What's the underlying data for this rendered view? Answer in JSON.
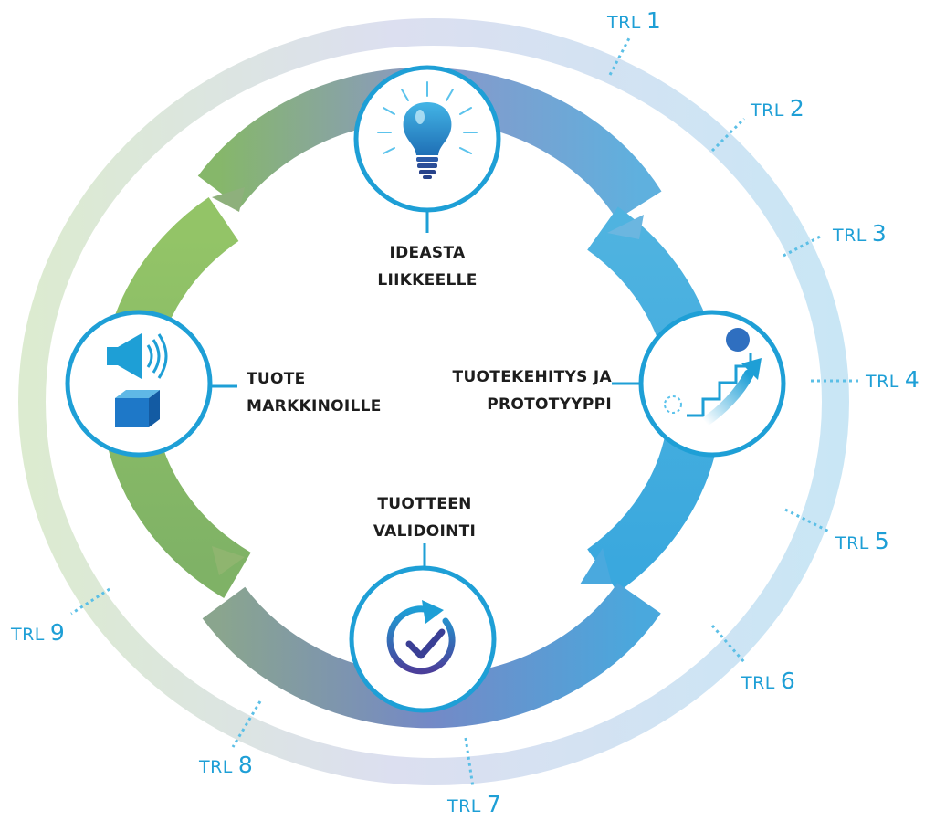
{
  "stages": [
    {
      "label": "IDEASTA\nLIIKKEELLE",
      "icon": "lightbulb-icon"
    },
    {
      "label": "TUOTEKEHITYS JA\nPROTOTYYPPI",
      "icon": "stairs-climb-icon"
    },
    {
      "label": "TUOTTEEN\nVALIDOINTI",
      "icon": "refresh-check-icon"
    },
    {
      "label": "TUOTE\nMARKKINOILLE",
      "icon": "speaker-cube-icon"
    }
  ],
  "trl_levels": [
    {
      "word": "TRL",
      "number": "1"
    },
    {
      "word": "TRL",
      "number": "2"
    },
    {
      "word": "TRL",
      "number": "3"
    },
    {
      "word": "TRL",
      "number": "4"
    },
    {
      "word": "TRL",
      "number": "5"
    },
    {
      "word": "TRL",
      "number": "6"
    },
    {
      "word": "TRL",
      "number": "7"
    },
    {
      "word": "TRL",
      "number": "8"
    },
    {
      "word": "TRL",
      "number": "9"
    }
  ],
  "colors": {
    "trl_text": "#1e9fd6",
    "icon_blue": "#1e9fd6",
    "cycle_green": "#8cc063",
    "cycle_blue": "#45b3e0",
    "cycle_purple": "#6b7ec2"
  }
}
